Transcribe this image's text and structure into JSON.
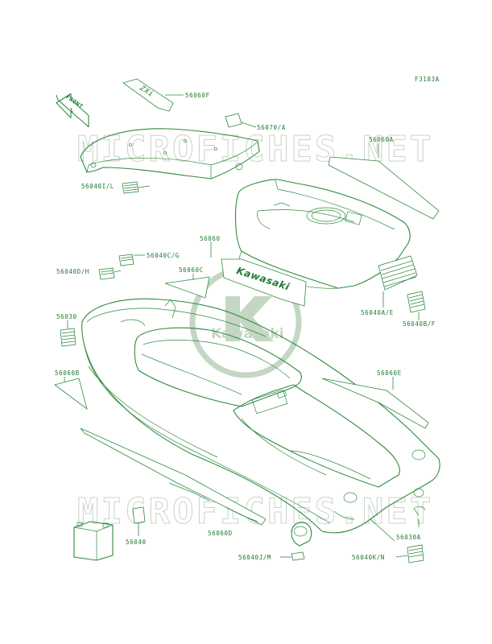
{
  "figure_code": "F3183A",
  "watermark": "MICROFICHES.NET",
  "logo_text": "Kawasaki",
  "front_arrow": "FRONT",
  "decal_text": {
    "hood_decal": "Kawasaki",
    "fender_decal": "ZXi"
  },
  "callouts": [
    {
      "id": "56060F",
      "label": "56060F"
    },
    {
      "id": "56070A",
      "label": "56070/A"
    },
    {
      "id": "56060A",
      "label": "56060A"
    },
    {
      "id": "56040IL",
      "label": "56040I/L"
    },
    {
      "id": "56060",
      "label": "56060"
    },
    {
      "id": "56040CG",
      "label": "56040C/G"
    },
    {
      "id": "56040DH",
      "label": "56040D/H"
    },
    {
      "id": "56060C",
      "label": "56060C"
    },
    {
      "id": "56040AE",
      "label": "56040A/E"
    },
    {
      "id": "56040BF",
      "label": "56040B/F"
    },
    {
      "id": "56030",
      "label": "56030"
    },
    {
      "id": "56060B",
      "label": "56060B"
    },
    {
      "id": "56060E",
      "label": "56060E"
    },
    {
      "id": "56040",
      "label": "56040"
    },
    {
      "id": "56060D",
      "label": "56060D"
    },
    {
      "id": "56030A",
      "label": "56030A"
    },
    {
      "id": "56040JM",
      "label": "56040J/M"
    },
    {
      "id": "56040KN",
      "label": "56040K/N"
    }
  ]
}
